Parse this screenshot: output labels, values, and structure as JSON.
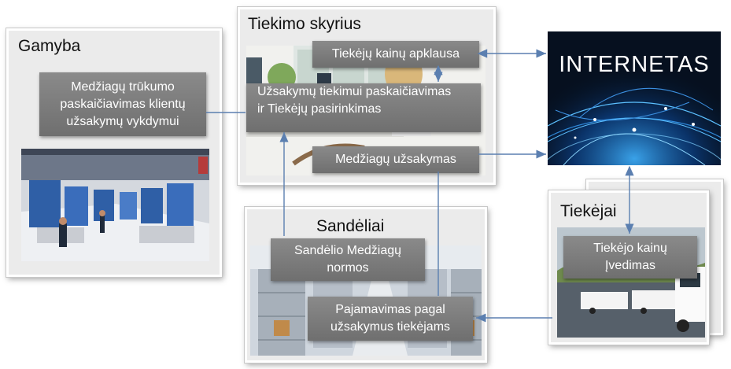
{
  "panels": {
    "gamyba": {
      "title": "Gamyba",
      "box": "Medžiagų trūkumo paskaičiavimas klientų užsakymų vykdymui"
    },
    "tiekimo": {
      "title": "Tiekimo skyrius",
      "box1": "Tiekėjų kainų apklausa",
      "box2_line1": "Užsakymų tiekimui paskaičiavimas",
      "box2_line2": "ir Tiekėjų pasirinkimas",
      "box3": "Medžiagų užsakymas"
    },
    "internetas": {
      "title": "INTERNETAS"
    },
    "sandeliai": {
      "title": "Sandėliai",
      "box1": "Sandėlio Medžiagų normos",
      "box2": "Pajamavimas pagal užsakymus tiekėjams"
    },
    "tiekejai": {
      "title": "Tiekėjai",
      "box": "Tiekėjo kainų Įvedimas"
    }
  },
  "colors": {
    "box": "#7c7c7c",
    "connector": "#5b7fb0",
    "panel": "#ebebeb"
  }
}
